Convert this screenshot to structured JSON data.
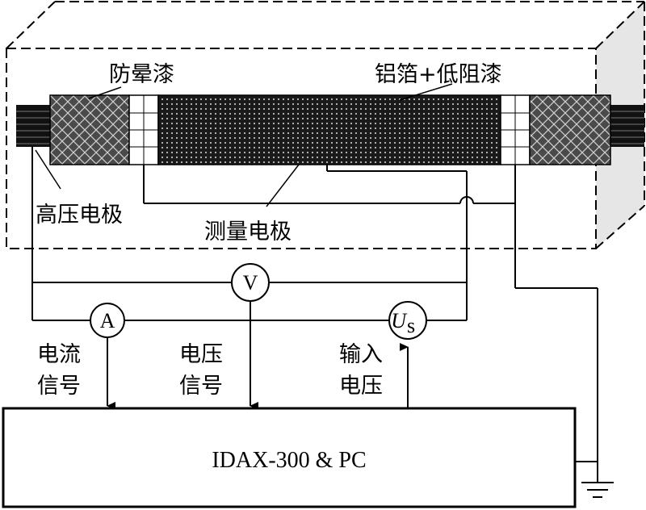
{
  "labels": {
    "anti_corona_paint": "防晕漆",
    "foil_low_resistance_paint": "铝箔+低阻漆",
    "high_voltage_electrode": "高压电极",
    "measuring_electrode": "测量电极",
    "current_signal_line1": "电流",
    "current_signal_line2": "信号",
    "voltage_signal_line1": "电压",
    "voltage_signal_line2": "信号",
    "input_voltage_line1": "输入",
    "input_voltage_line2": "电压"
  },
  "meters": {
    "ammeter": "A",
    "voltmeter": "V",
    "source_main": "U",
    "source_sub": "s"
  },
  "instrument": {
    "name": "IDAX-300 & PC"
  }
}
